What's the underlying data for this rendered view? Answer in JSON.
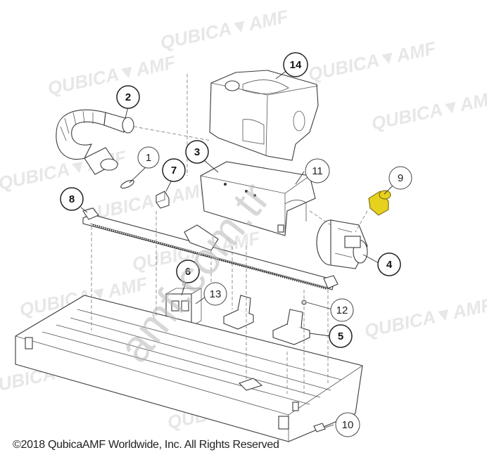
{
  "callouts": {
    "c1": "1",
    "c2": "2",
    "c3": "3",
    "c4": "4",
    "c5": "5",
    "c6": "6",
    "c7": "7",
    "c8": "8",
    "c9": "9",
    "c10": "10",
    "c11": "11",
    "c12": "12",
    "c13": "13",
    "c14": "14"
  },
  "watermark": {
    "brand": "QUBICA▼AMF",
    "diagonal": "amf.com.tr"
  },
  "copyright": "©2018 QubicaAMF Worldwide, Inc. All Rights Reserved",
  "colors": {
    "highlight_part": "#e6d21e",
    "line": "#3a3a3a"
  }
}
